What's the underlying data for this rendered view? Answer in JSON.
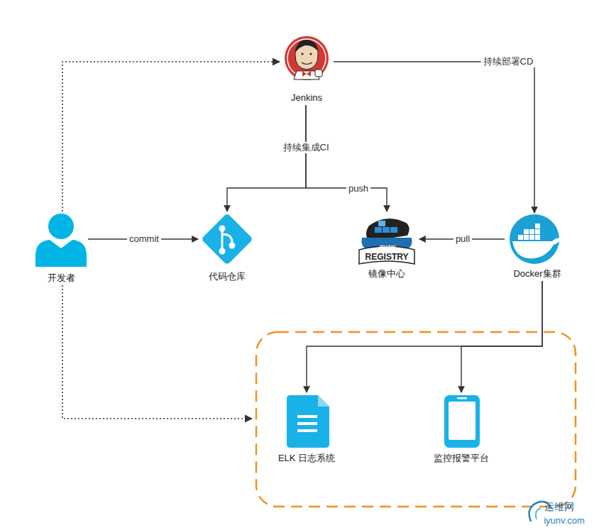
{
  "diagram": {
    "nodes": [
      {
        "text": [
          "Jenkins"
        ]
      },
      {
        "text": [
          "开发者"
        ]
      },
      {
        "text": [
          "代码仓库"
        ]
      },
      {
        "text": [
          "镜像中心"
        ]
      },
      {
        "text": [
          "Docker集群"
        ]
      },
      {
        "text": [
          "ELK 日志系统"
        ]
      },
      {
        "text": [
          "监控报警平台"
        ]
      }
    ],
    "edges": [
      {
        "from": 1,
        "to": 0,
        "arrow": "to"
      },
      {
        "from": 1,
        "to": 2,
        "label": "commit",
        "arrow": "to"
      },
      {
        "from": 0,
        "to": 2,
        "label": "持续集成CI",
        "arrow": "to"
      },
      {
        "from": 0,
        "to": 3,
        "label": "push",
        "arrow": "to"
      },
      {
        "from": 0,
        "to": 4,
        "label": "持续部署CD",
        "arrow": "to"
      },
      {
        "from": 4,
        "to": 3,
        "label": "pull",
        "arrow": "to"
      },
      {
        "from": 4,
        "to": 5,
        "arrow": "to"
      },
      {
        "from": 4,
        "to": 6,
        "arrow": "to"
      }
    ],
    "labels": [
      "docker",
      "REGISTRY",
      "运维网",
      "iyunv.com"
    ]
  }
}
